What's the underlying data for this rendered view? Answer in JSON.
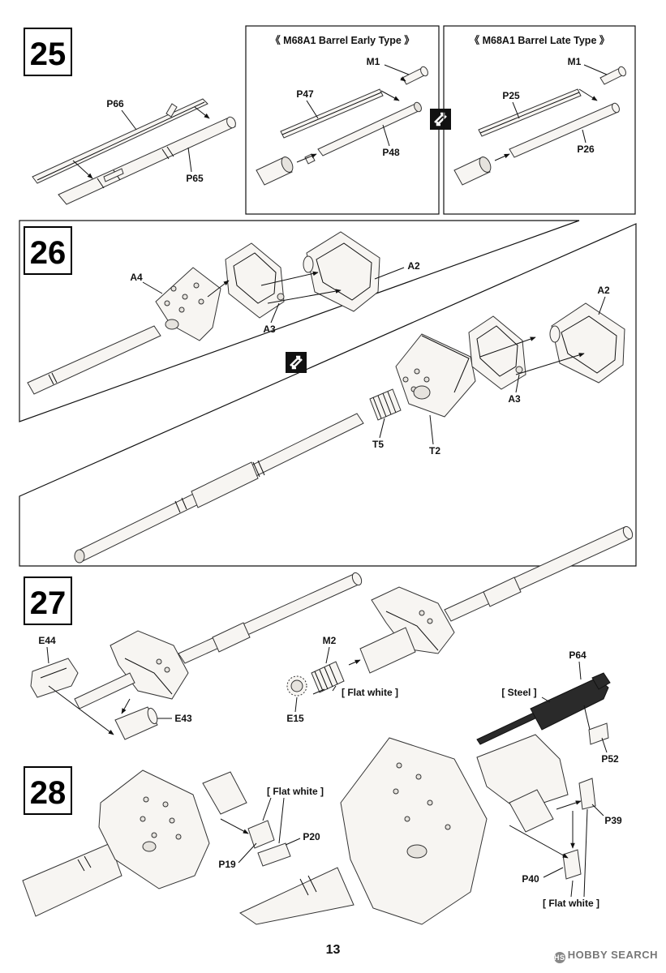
{
  "steps": {
    "s25": {
      "number": "25",
      "labels": {
        "p66": "P66",
        "p65": "P65"
      },
      "early": {
        "title": "《  M68A1  Barrel Early Type  》",
        "m1": "M1",
        "p47": "P47",
        "p48": "P48"
      },
      "late": {
        "title": "《  M68A1  Barrel Late Type  》",
        "m1": "M1",
        "p25": "P25",
        "p26": "P26"
      }
    },
    "s26": {
      "number": "26",
      "labels": {
        "a4": "A4",
        "a2_top": "A2",
        "a3_top": "A3",
        "a2_right": "A2",
        "a3_right": "A3",
        "t5": "T5",
        "t2": "T2"
      }
    },
    "s27": {
      "number": "27",
      "labels": {
        "e44": "E44",
        "e43": "E43",
        "m2": "M2",
        "e15": "E15",
        "flat_white": "[ Flat white ]",
        "p64": "P64",
        "steel": "[ Steel ]",
        "p52": "P52"
      }
    },
    "s28": {
      "number": "28",
      "labels": {
        "flat_white_left": "[ Flat white ]",
        "p20": "P20",
        "p19": "P19",
        "p39": "P39",
        "p40": "P40",
        "flat_white_right": "[ Flat white ]"
      }
    }
  },
  "page_number": "13",
  "watermark": "HOBBY SEARCH",
  "watermark_logo": "HS"
}
